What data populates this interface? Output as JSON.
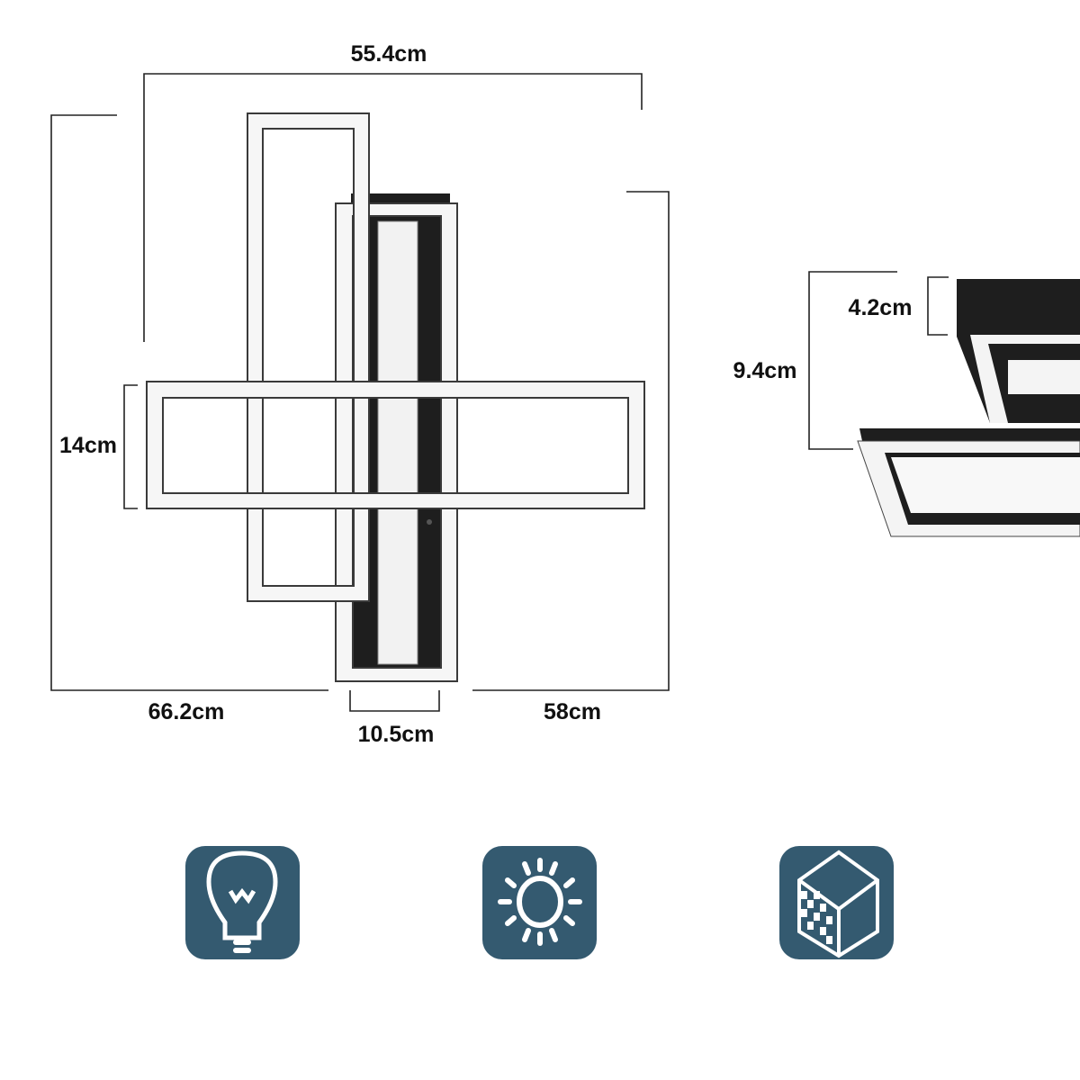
{
  "dimensions": {
    "width_top": "55.4cm",
    "height_left": "66.2cm",
    "height_right": "58cm",
    "bar_width": "10.5cm",
    "cross_height": "14cm",
    "total_depth": "9.4cm",
    "base_depth": "4.2cm"
  },
  "icons": [
    {
      "name": "light-bulb-icon"
    },
    {
      "name": "brightness-sun-icon"
    },
    {
      "name": "material-cube-icon"
    }
  ],
  "colors": {
    "icon_bg": "#345a70",
    "lamp_black": "#1e1e1e"
  }
}
